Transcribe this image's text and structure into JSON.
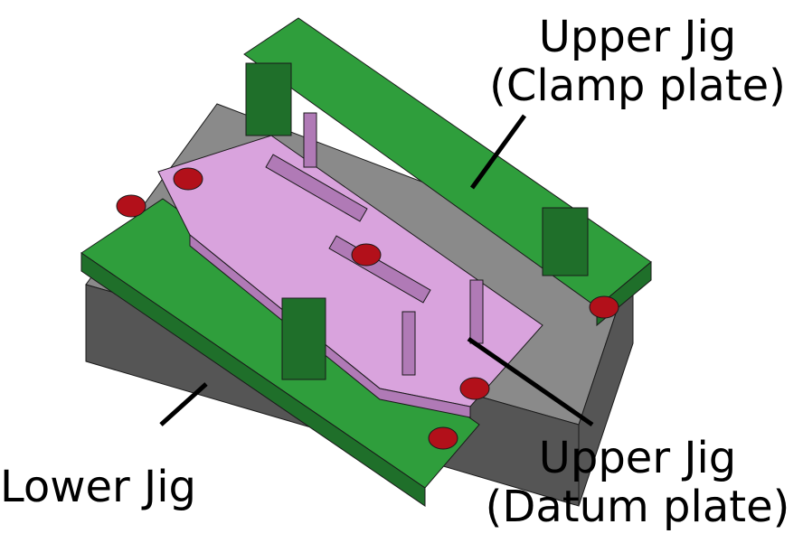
{
  "colors": {
    "background": "#ffffff",
    "jig_green": "#2f9e3c",
    "jig_green_dark": "#1f6f2a",
    "datum_plate_pink": "#d9a3dd",
    "datum_plate_pink_dark": "#b07ab6",
    "base_gray": "#8a8a8a",
    "base_gray_dark": "#555555",
    "clamp_red": "#b2101a",
    "leader_line": "#000000"
  },
  "labels": {
    "upper_clamp": {
      "line1": "Upper Jig",
      "line2": "(Clamp plate)"
    },
    "upper_datum": {
      "line1": "Upper Jig",
      "line2": "(Datum plate)"
    },
    "lower": {
      "line1": "Lower Jig"
    }
  }
}
